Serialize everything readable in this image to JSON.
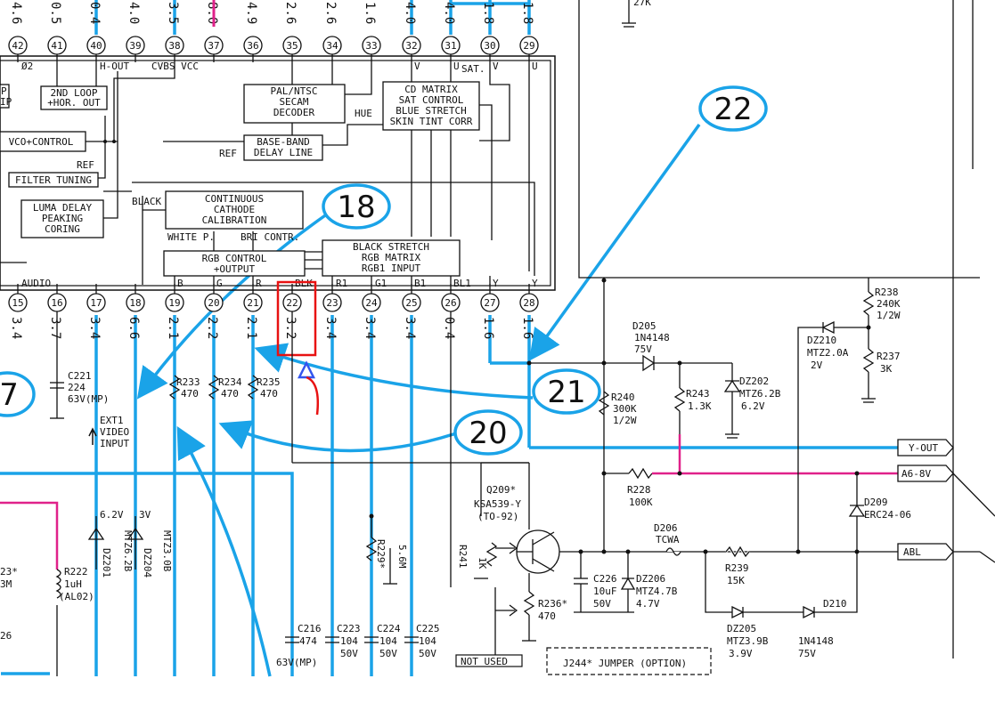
{
  "top_voltages": [
    "4.6",
    "0.5",
    "0.4",
    "4.0",
    "3.5",
    "8.0",
    "4.9",
    "2.6",
    "2.6",
    "1.6",
    "4.0",
    "4.0",
    "1.8",
    "1.8"
  ],
  "top_pins": [
    "42",
    "41",
    "40",
    "39",
    "38",
    "37",
    "36",
    "35",
    "34",
    "33",
    "32",
    "31",
    "30",
    "29"
  ],
  "bottom_pins": [
    "15",
    "16",
    "17",
    "18",
    "19",
    "20",
    "21",
    "22",
    "23",
    "24",
    "25",
    "26",
    "27",
    "28"
  ],
  "bottom_voltages": [
    "3.4",
    "3.7",
    "3.4",
    "6.6",
    "2.1",
    "2.2",
    "2.1",
    "3.2",
    "3.4",
    "3.4",
    "3.4",
    "0.4",
    "1.6",
    "1.6"
  ],
  "top_signals": {
    "p42": "Ø2",
    "p40": "H-OUT",
    "p38": "CVBS VCC",
    "p32": "V",
    "p31": "U",
    "p31sat": "SAT.",
    "p30": "V",
    "p29": "U"
  },
  "bottom_signals": [
    "AUDIO",
    "B",
    "G",
    "R",
    "BLK",
    "R1",
    "G1",
    "B1",
    "BL1",
    "Y",
    "Y"
  ],
  "blocks": {
    "pal": [
      "PAL/NTSC",
      "SECAM",
      "DECODER"
    ],
    "cd": [
      "CD MATRIX",
      "SAT CONTROL",
      "BLUE STRETCH",
      "SKIN TINT CORR"
    ],
    "bbd": [
      "BASE-BAND",
      "DELAY LINE"
    ],
    "loop": [
      "2ND LOOP",
      "+HOR. OUT"
    ],
    "vco": "VCO+CONTROL",
    "filter": "FILTER TUNING",
    "luma": [
      "LUMA DELAY",
      "PEAKING",
      "CORING"
    ],
    "ccc": [
      "CONTINUOUS",
      "CATHODE",
      "CALIBRATION"
    ],
    "rgbc": [
      "RGB CONTROL",
      "+OUTPUT"
    ],
    "bsm": [
      "BLACK STRETCH",
      "RGB MATRIX",
      "RGB1 INPUT"
    ],
    "left_partial": [
      "P",
      "IP"
    ],
    "hue": "HUE",
    "ref1": "REF",
    "ref2": "REF",
    "black": "BLACK",
    "whitep": "WHITE P.",
    "bri": "BRI CONTR."
  },
  "components": {
    "top_res": "27K",
    "r233": [
      "R233",
      "470"
    ],
    "r234": [
      "R234",
      "470"
    ],
    "r235": [
      "R235",
      "470"
    ],
    "c221": [
      "C221",
      "224",
      "63V(MP)"
    ],
    "ext": [
      "EXT1",
      "VIDEO",
      "INPUT"
    ],
    "d205": [
      "D205",
      "1N4148",
      "75V"
    ],
    "r240": [
      "R240",
      "300K",
      "1/2W"
    ],
    "r243": [
      "R243",
      "1.3K"
    ],
    "dz202": [
      "DZ202",
      "MTZ6.2B",
      "6.2V"
    ],
    "r238": [
      "R238",
      "240K",
      "1/2W"
    ],
    "dz210": [
      "DZ210",
      "MTZ2.0A",
      "2V"
    ],
    "r237": [
      "R237",
      "3K"
    ],
    "r228": [
      "R228",
      "100K"
    ],
    "d209": [
      "D209",
      "ERC24-06"
    ],
    "q209": [
      "Q209*",
      "KSA539-Y",
      "(TO-92)"
    ],
    "r241": [
      "R241",
      "1K"
    ],
    "c226": [
      "C226",
      "10uF",
      "50V"
    ],
    "dz206": [
      "DZ206",
      "MTZ4.7B",
      "4.7V"
    ],
    "d206": [
      "D206",
      "TCWA"
    ],
    "r239": [
      "R239",
      "15K"
    ],
    "dz205": [
      "DZ205",
      "MTZ3.9B",
      "3.9V"
    ],
    "d210": [
      "D210",
      "1N4148",
      "75V"
    ],
    "r236": [
      "R236*",
      "470"
    ],
    "r229": [
      "R229*",
      "5.6M"
    ],
    "c216": [
      "C216",
      "474",
      "63V(MP)"
    ],
    "c223": [
      "C223",
      "104",
      "50V"
    ],
    "c224": [
      "C224",
      "104",
      "50V"
    ],
    "c225": [
      "C225",
      "104",
      "50V"
    ],
    "dz201": [
      "6.2V",
      "DZ201",
      "MTZ6.2B"
    ],
    "dz204": [
      "3V",
      "DZ204",
      "MTZ3.0B"
    ],
    "r222": [
      "R222",
      "1uH",
      "(AL02)"
    ],
    "left_edge": [
      "23*",
      "3M",
      "26"
    ],
    "notused": "NOT USED",
    "jumper": "J244* JUMPER (OPTION)"
  },
  "connectors": [
    "Y-OUT",
    "A6-8V",
    "ABL"
  ],
  "callouts": [
    "22",
    "18",
    "21",
    "20",
    "7"
  ],
  "colors": {
    "blue_wire": "#1aa3e8",
    "highlight": "#e81212",
    "power": "#e0218a",
    "ink": "#111111",
    "marker": "#3355ee"
  }
}
